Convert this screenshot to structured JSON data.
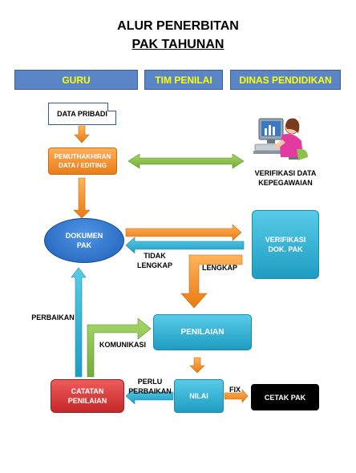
{
  "title": {
    "line1": "ALUR PENERBITAN",
    "line2": "PAK TAHUNAN"
  },
  "headers": [
    "GURU",
    "TIM PENILAI",
    "DINAS PENDIDIKAN"
  ],
  "nodes": {
    "data_pribadi": "DATA PRIBADI",
    "pemutakhiran": "PEMUTHAKHIRAN DATA / EDITING",
    "dokumen_pak": "DOKUMEN PAK",
    "verifikasi_dok": "VERIFIKASI DOK. PAK",
    "penilaian": "PENILAIAN",
    "nilai": "NILAI",
    "catatan_penilaian": "CATATAN PENILAIAN",
    "cetak_pak": "CETAK PAK"
  },
  "labels": {
    "verifikasi_data": "VERIFIKASI DATA KEPEGAWAIAN",
    "tidak_lengkap": "TIDAK LENGKAP",
    "lengkap": "LENGKAP",
    "perbaikan": "PERBAIKAN",
    "komunikasi": "KOMUNIKASI",
    "perlu_perbaikan": "PERLU PERBAIKAN",
    "fix": "FIX"
  },
  "icons": {
    "computer_user": "computer-user-icon"
  },
  "colors": {
    "header": "#5a86c8",
    "header_text": "#ffff00",
    "orange": "#f5902a",
    "blue_node": "#2f79d0",
    "teal": "#2eb4d6",
    "red": "#d93a3a",
    "green": "#8bc34a",
    "black": "#000000"
  }
}
